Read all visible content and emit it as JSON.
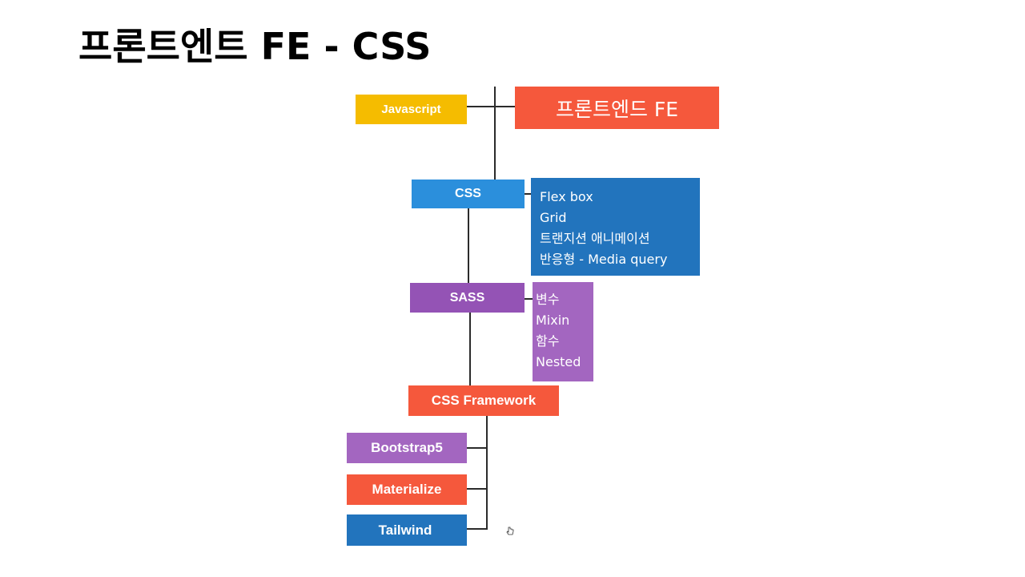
{
  "title": "프론트엔트 FE - CSS",
  "colors": {
    "yellow": "#f5bc00",
    "red": "#f5583c",
    "light_blue": "#2b8fdc",
    "dark_blue": "#2274bd",
    "purple": "#9453b5",
    "light_purple": "#a366c0"
  },
  "diagram": {
    "javascript": "Javascript",
    "frontend": "프론트엔드 FE",
    "css": "CSS",
    "css_topics": [
      "Flex box",
      "Grid",
      "트랜지션 애니메이션",
      "반응형 - Media query"
    ],
    "sass": "SASS",
    "sass_topics": [
      "변수",
      "Mixin",
      "함수",
      "Nested"
    ],
    "css_framework": "CSS Framework",
    "frameworks": {
      "bootstrap": "Bootstrap5",
      "materialize": "Materialize",
      "tailwind": "Tailwind"
    }
  }
}
